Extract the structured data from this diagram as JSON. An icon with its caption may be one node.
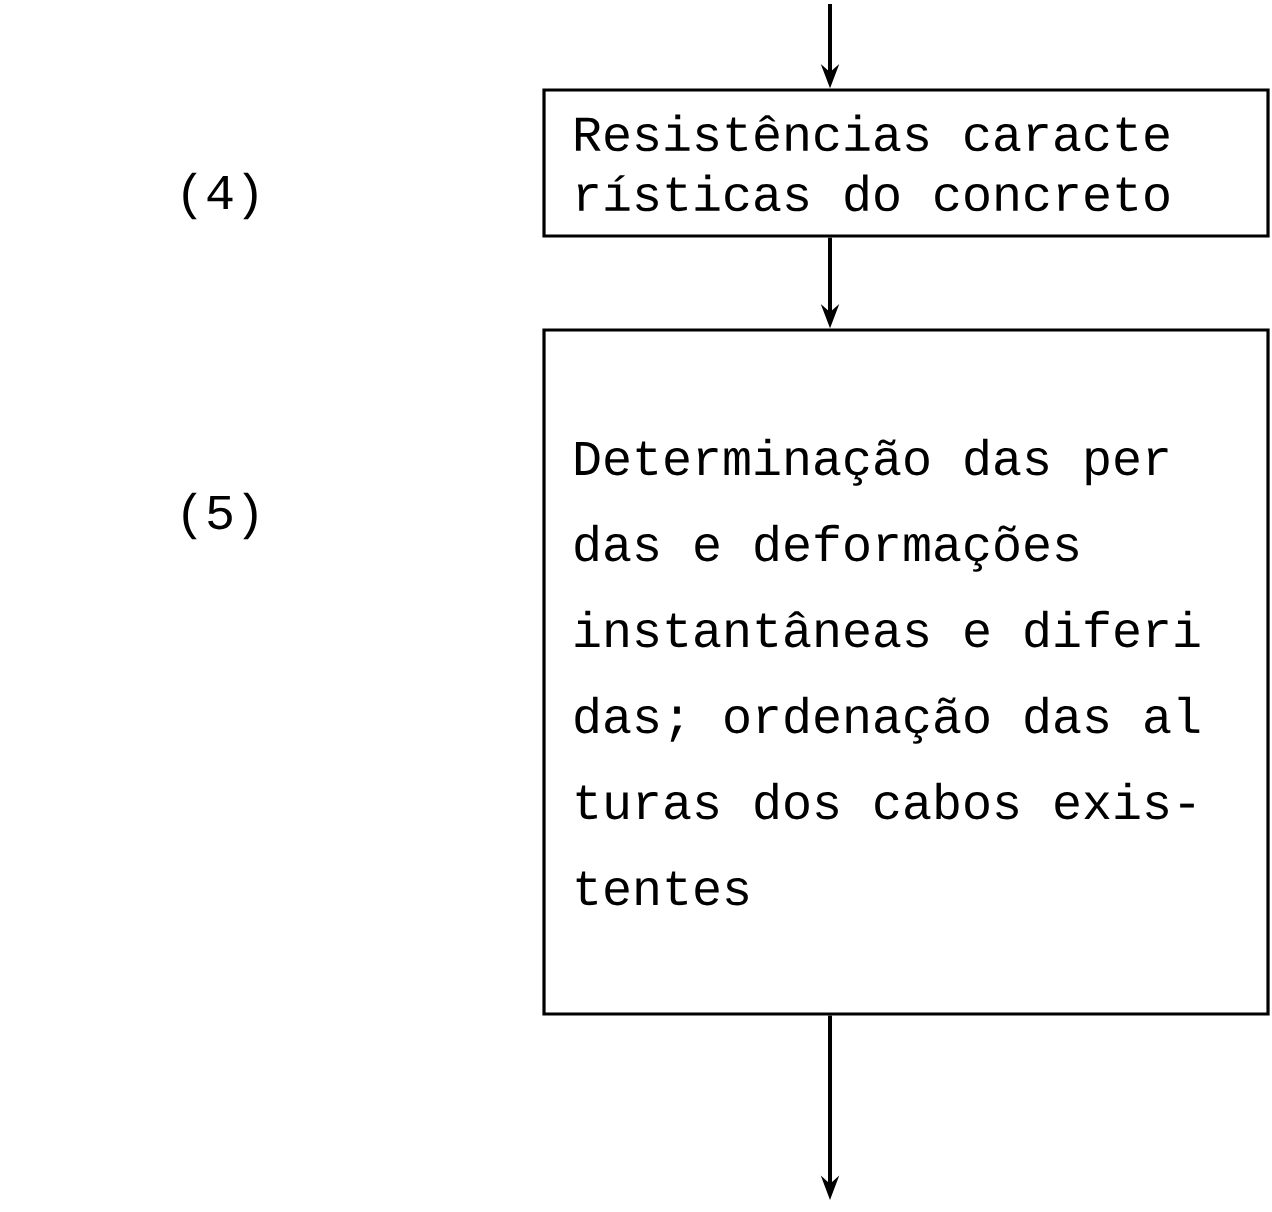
{
  "diagram": {
    "nodes": [
      {
        "text": [
          "Resistências caracte rísticas do concreto"
        ]
      },
      {
        "text": [
          "Determinação das per das e deformações instantâneas e diferi das; ordenação das al turas dos cabos exis- tentes"
        ]
      }
    ],
    "labels": [
      "(4)",
      "(5)"
    ],
    "edges": [
      {
        "from": null,
        "to": 0,
        "arrow": "to"
      },
      {
        "from": 0,
        "to": 1,
        "arrow": "to"
      },
      {
        "from": 1,
        "to": null,
        "arrow": "to"
      }
    ]
  }
}
